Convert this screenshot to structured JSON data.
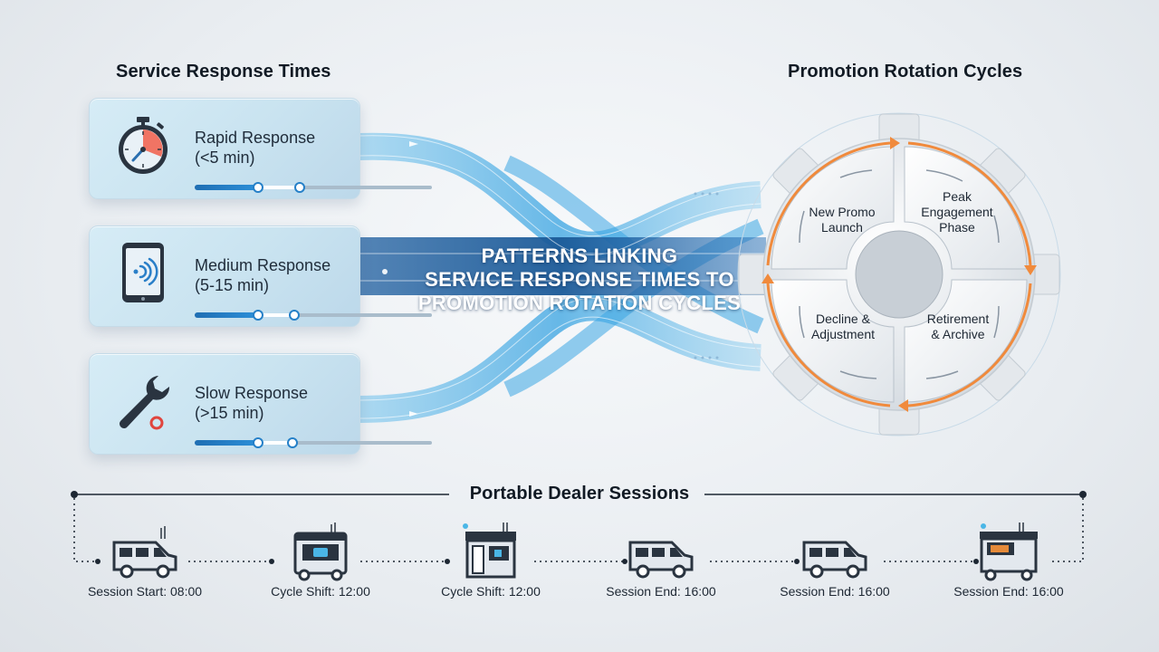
{
  "left_section": {
    "title": "Service Response Times",
    "cards": [
      {
        "line1": "Rapid Response",
        "line2": "(<5 min)",
        "icon": "stopwatch-icon",
        "fill": 0.26
      },
      {
        "line1": "Medium Response",
        "line2": "(5-15 min)",
        "icon": "tablet-icon",
        "fill": 0.26
      },
      {
        "line1": "Slow Response",
        "line2": "(>15 min)",
        "icon": "wrench-icon",
        "fill": 0.26
      }
    ]
  },
  "center": {
    "line1": "PATTERNS LINKING",
    "line2": "SERVICE RESPONSE TIMES TO",
    "line3": "PROMOTION ROTATION CYCLES"
  },
  "right_section": {
    "title": "Promotion Rotation Cycles",
    "phases": {
      "top_left": {
        "line1": "New Promo",
        "line2": "Launch"
      },
      "top_right": {
        "line1": "Peak",
        "line2": "Engagement",
        "line3": "Phase"
      },
      "bottom_left": {
        "line1": "Decline &",
        "line2": "Adjustment"
      },
      "bottom_right": {
        "line1": "Retirement",
        "line2": "& Archive"
      }
    }
  },
  "timeline": {
    "title": "Portable Dealer Sessions",
    "stops": [
      {
        "label": "Session Start: 08:00",
        "icon": "van-icon"
      },
      {
        "label": "Cycle Shift: 12:00",
        "icon": "food-truck-icon"
      },
      {
        "label": "Cycle Shift: 12:00",
        "icon": "kiosk-icon"
      },
      {
        "label": "Session End: 16:00",
        "icon": "van-icon"
      },
      {
        "label": "Session End: 16:00",
        "icon": "van-icon"
      },
      {
        "label": "Session End: 16:00",
        "icon": "cart-trailer-icon"
      }
    ]
  },
  "colors": {
    "flow_blue": "#2f9fe0",
    "accent_orange": "#f08a3c",
    "dark_navy": "#1d2733"
  }
}
